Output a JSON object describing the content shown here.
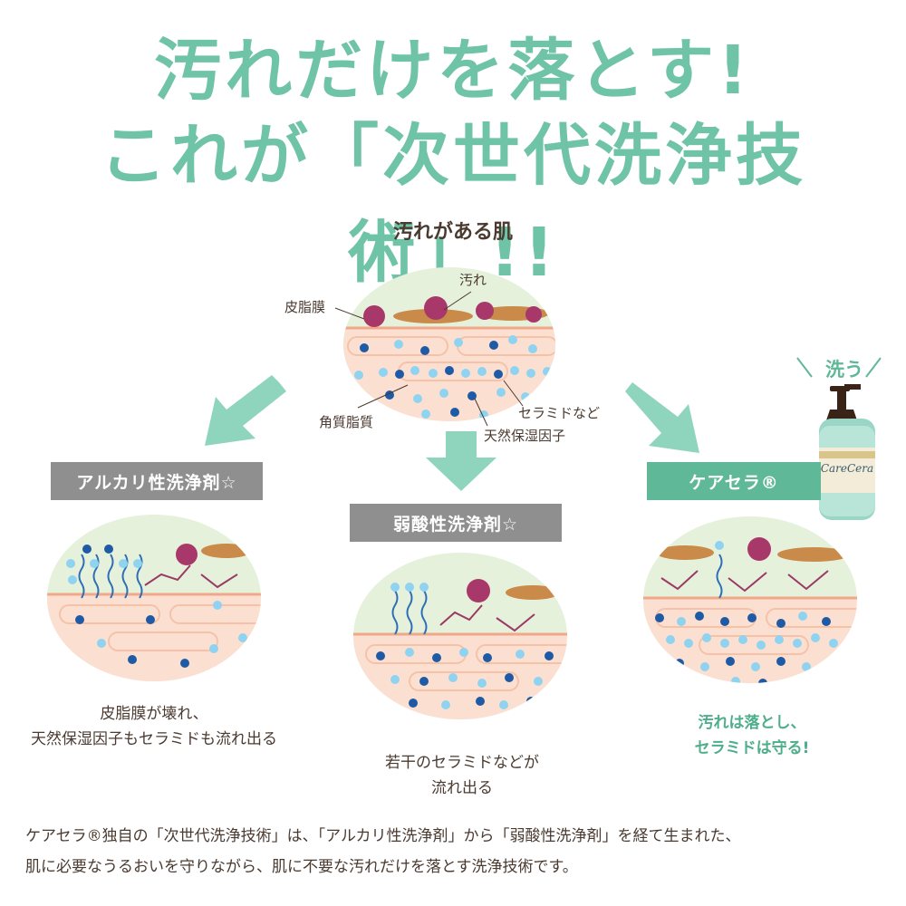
{
  "headline": {
    "line1": "汚れだけを落とす!",
    "line2": "これが「次世代洗浄技術」!!"
  },
  "top": {
    "title": "汚れがある肌",
    "labels": {
      "dirt": "汚れ",
      "sebum": "皮脂膜",
      "keratin_lipid": "角質脂質",
      "ceramide": "セラミドなど",
      "nmf": "天然保湿因子"
    }
  },
  "cleansers": {
    "alkaline": {
      "label": "アルカリ性洗浄剤☆",
      "caption_line1": "皮脂膜が壊れ、",
      "caption_line2": "天然保湿因子もセラミドも流れ出る"
    },
    "weak_acid": {
      "label": "弱酸性洗浄剤☆",
      "caption_line1": "若干のセラミドなどが",
      "caption_line2": "流れ出る"
    },
    "carecera": {
      "label": "ケアセラ®",
      "caption_line1": "汚れは落とし、",
      "caption_line2": "セラミドは守る!"
    }
  },
  "product": {
    "wash_label": "洗う",
    "brand": "CareCera"
  },
  "footer": {
    "line1": "ケアセラ®独自の「次世代洗浄技術」は、「アルカリ性洗浄剤」から「弱酸性洗浄剤」を経て生まれた、",
    "line2": "肌に必要なうるおいを守りながら、肌に不要な汚れだけを落とす洗浄技術です。"
  },
  "colors": {
    "accent": "#6fc3a6",
    "circle_bg": "#e6f1dc",
    "skin": "#fbe0d2",
    "skin_line": "#f0a888",
    "dirt_purple": "#a8386a",
    "dirt_brown": "#c98a4a",
    "dot_dark": "#1f5aa6",
    "dot_light": "#8fd3f0",
    "arrow_mauve": "#9a3a64"
  }
}
